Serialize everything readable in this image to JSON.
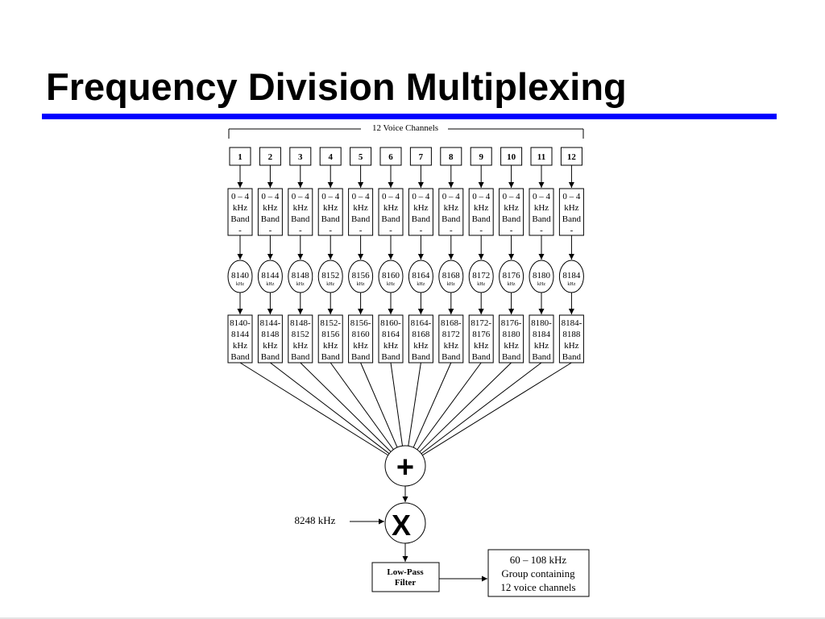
{
  "slide": {
    "title": "Frequency Division Multiplexing"
  },
  "diagram": {
    "channels_label": "12 Voice Channels",
    "channels": [
      {
        "number": "1",
        "input_band": [
          "0 – 4",
          "kHz",
          "Band",
          "-"
        ],
        "carrier": "8140",
        "output_band": [
          "8140-",
          "8144",
          "kHz",
          "Band"
        ]
      },
      {
        "number": "2",
        "input_band": [
          "0 – 4",
          "kHz",
          "Band",
          "-"
        ],
        "carrier": "8144",
        "output_band": [
          "8144-",
          "8148",
          "kHz",
          "Band"
        ]
      },
      {
        "number": "3",
        "input_band": [
          "0 – 4",
          "kHz",
          "Band",
          "-"
        ],
        "carrier": "8148",
        "output_band": [
          "8148-",
          "8152",
          "kHz",
          "Band"
        ]
      },
      {
        "number": "4",
        "input_band": [
          "0 – 4",
          "kHz",
          "Band",
          "-"
        ],
        "carrier": "8152",
        "output_band": [
          "8152-",
          "8156",
          "kHz",
          "Band"
        ]
      },
      {
        "number": "5",
        "input_band": [
          "0 – 4",
          "kHz",
          "Band",
          "-"
        ],
        "carrier": "8156",
        "output_band": [
          "8156-",
          "8160",
          "kHz",
          "Band"
        ]
      },
      {
        "number": "6",
        "input_band": [
          "0 – 4",
          "kHz",
          "Band",
          "-"
        ],
        "carrier": "8160",
        "output_band": [
          "8160-",
          "8164",
          "kHz",
          "Band"
        ]
      },
      {
        "number": "7",
        "input_band": [
          "0 – 4",
          "kHz",
          "Band",
          "-"
        ],
        "carrier": "8164",
        "output_band": [
          "8164-",
          "8168",
          "kHz",
          "Band"
        ]
      },
      {
        "number": "8",
        "input_band": [
          "0 – 4",
          "kHz",
          "Band",
          "-"
        ],
        "carrier": "8168",
        "output_band": [
          "8168-",
          "8172",
          "kHz",
          "Band"
        ]
      },
      {
        "number": "9",
        "input_band": [
          "0 – 4",
          "kHz",
          "Band",
          "-"
        ],
        "carrier": "8172",
        "output_band": [
          "8172-",
          "8176",
          "kHz",
          "Band"
        ]
      },
      {
        "number": "10",
        "input_band": [
          "0 – 4",
          "kHz",
          "Band",
          "-"
        ],
        "carrier": "8176",
        "output_band": [
          "8176-",
          "8180",
          "kHz",
          "Band"
        ]
      },
      {
        "number": "11",
        "input_band": [
          "0 – 4",
          "kHz",
          "Band",
          "-"
        ],
        "carrier": "8180",
        "output_band": [
          "8180-",
          "8184",
          "kHz",
          "Band"
        ]
      },
      {
        "number": "12",
        "input_band": [
          "0 – 4",
          "kHz",
          "Band",
          "-"
        ],
        "carrier": "8184",
        "output_band": [
          "8184-",
          "8188",
          "kHz",
          "Band"
        ]
      }
    ],
    "carrier_suffix": "kHz",
    "adder_symbol": "+",
    "mixer_symbol": "X",
    "mixer_input_label": "8248 kHz",
    "filter_label": [
      "Low-Pass",
      "Filter"
    ],
    "output_label": [
      "60 – 108 kHz",
      "Group containing",
      "12 voice channels"
    ]
  }
}
